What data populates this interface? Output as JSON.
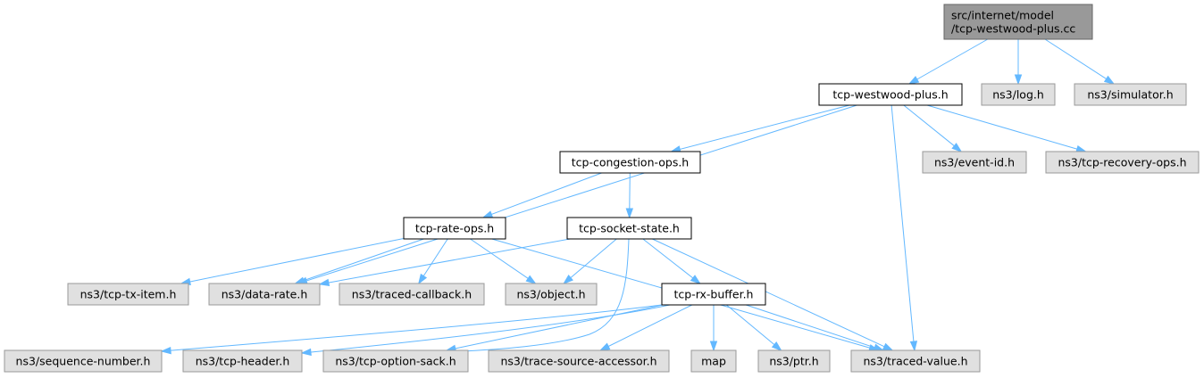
{
  "graph": {
    "root": {
      "id": "root",
      "lines": [
        "src/internet/model",
        "/tcp-westwood-plus.cc"
      ]
    },
    "nodes": [
      {
        "id": "westwood",
        "label": "tcp-westwood-plus.h",
        "kind": "documented"
      },
      {
        "id": "log",
        "label": "ns3/log.h",
        "kind": "external"
      },
      {
        "id": "simulator",
        "label": "ns3/simulator.h",
        "kind": "external"
      },
      {
        "id": "congestion",
        "label": "tcp-congestion-ops.h",
        "kind": "documented"
      },
      {
        "id": "eventid",
        "label": "ns3/event-id.h",
        "kind": "external"
      },
      {
        "id": "recovery",
        "label": "ns3/tcp-recovery-ops.h",
        "kind": "external"
      },
      {
        "id": "rateops",
        "label": "tcp-rate-ops.h",
        "kind": "documented"
      },
      {
        "id": "socketstate",
        "label": "tcp-socket-state.h",
        "kind": "documented"
      },
      {
        "id": "txitem",
        "label": "ns3/tcp-tx-item.h",
        "kind": "external"
      },
      {
        "id": "datarate",
        "label": "ns3/data-rate.h",
        "kind": "external"
      },
      {
        "id": "tracedcb",
        "label": "ns3/traced-callback.h",
        "kind": "external"
      },
      {
        "id": "object",
        "label": "ns3/object.h",
        "kind": "external"
      },
      {
        "id": "rxbuffer",
        "label": "tcp-rx-buffer.h",
        "kind": "documented"
      },
      {
        "id": "seqnum",
        "label": "ns3/sequence-number.h",
        "kind": "external"
      },
      {
        "id": "tcpheader",
        "label": "ns3/tcp-header.h",
        "kind": "external"
      },
      {
        "id": "optsack",
        "label": "ns3/tcp-option-sack.h",
        "kind": "external"
      },
      {
        "id": "tsaccessor",
        "label": "ns3/trace-source-accessor.h",
        "kind": "external"
      },
      {
        "id": "map",
        "label": "map",
        "kind": "external"
      },
      {
        "id": "ptr",
        "label": "ns3/ptr.h",
        "kind": "external"
      },
      {
        "id": "tracedvalue",
        "label": "ns3/traced-value.h",
        "kind": "external"
      }
    ],
    "edges": [
      [
        "root",
        "westwood"
      ],
      [
        "root",
        "log"
      ],
      [
        "root",
        "simulator"
      ],
      [
        "westwood",
        "congestion"
      ],
      [
        "westwood",
        "datarate"
      ],
      [
        "westwood",
        "eventid"
      ],
      [
        "westwood",
        "recovery"
      ],
      [
        "westwood",
        "tracedvalue"
      ],
      [
        "congestion",
        "rateops"
      ],
      [
        "congestion",
        "socketstate"
      ],
      [
        "rateops",
        "txitem"
      ],
      [
        "rateops",
        "datarate"
      ],
      [
        "rateops",
        "tracedcb"
      ],
      [
        "rateops",
        "object"
      ],
      [
        "rateops",
        "tracedvalue"
      ],
      [
        "socketstate",
        "datarate"
      ],
      [
        "socketstate",
        "object"
      ],
      [
        "socketstate",
        "rxbuffer"
      ],
      [
        "socketstate",
        "optsack"
      ],
      [
        "socketstate",
        "tracedvalue"
      ],
      [
        "rxbuffer",
        "seqnum"
      ],
      [
        "rxbuffer",
        "tcpheader"
      ],
      [
        "rxbuffer",
        "optsack"
      ],
      [
        "rxbuffer",
        "tsaccessor"
      ],
      [
        "rxbuffer",
        "map"
      ],
      [
        "rxbuffer",
        "ptr"
      ],
      [
        "rxbuffer",
        "tracedvalue"
      ]
    ]
  },
  "colors": {
    "root_fill": "#999999",
    "root_stroke": "#666666",
    "documented_fill": "#ffffff",
    "documented_stroke": "#000000",
    "external_fill": "#e0e0e0",
    "external_stroke": "#999999",
    "edge": "#63b8ff"
  }
}
